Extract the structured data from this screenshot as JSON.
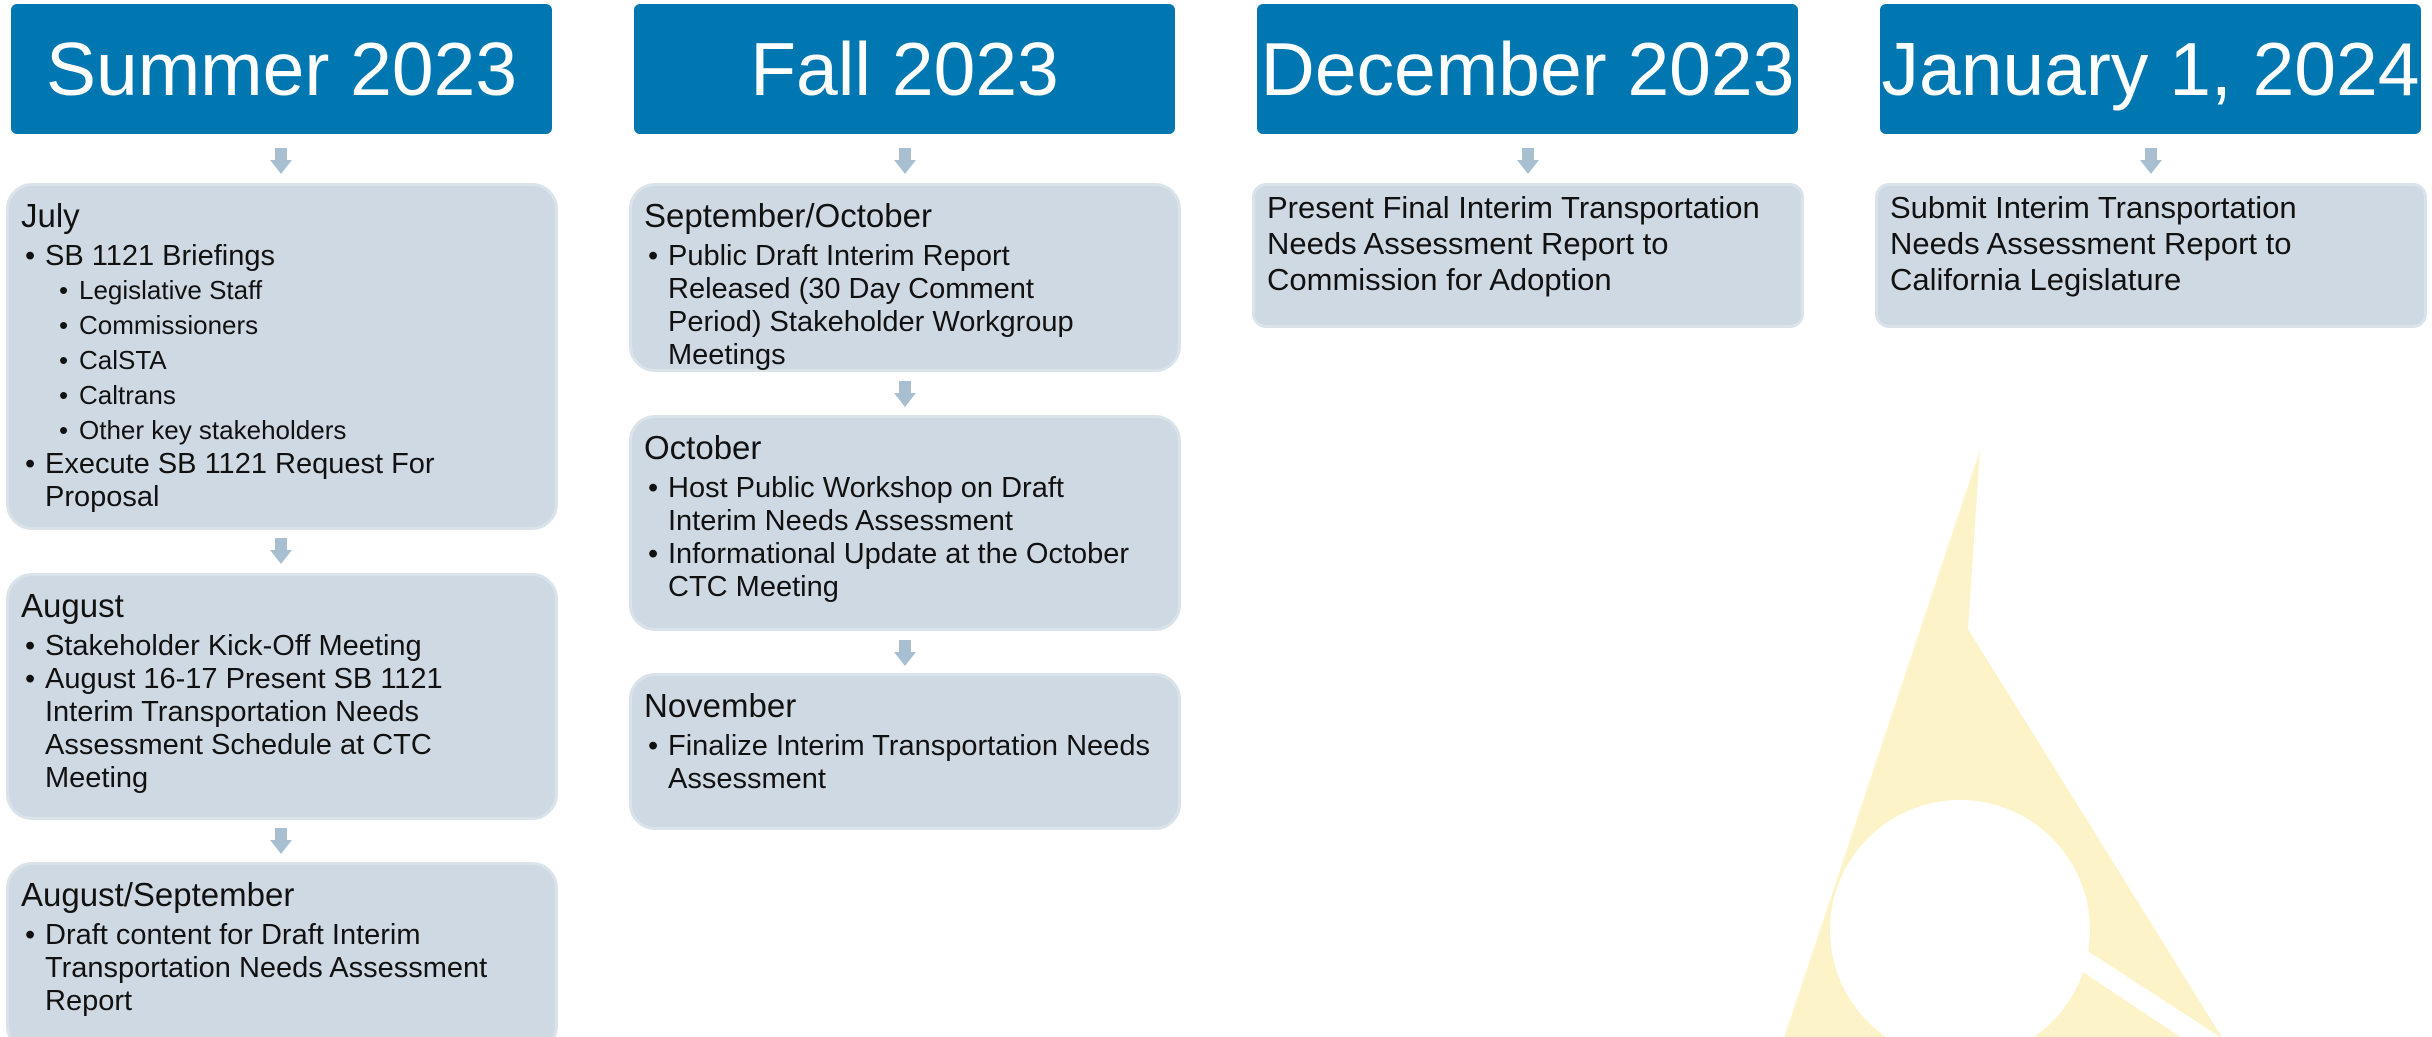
{
  "colors": {
    "header_bg": "#0077b0",
    "box_bg": "#cfd9e3",
    "arrow": "#a8bfd2",
    "logo": "#fdf3c8"
  },
  "icons": {
    "arrow": "down-arrow-icon",
    "logo": "commission-logo-watermark"
  },
  "columns": [
    {
      "header": "Summer 2023",
      "boxes": [
        {
          "title": "July",
          "items": [
            {
              "text": "SB 1121 Briefings",
              "sub": [
                "Legislative Staff",
                "Commissioners",
                "CalSTA",
                "Caltrans",
                "Other key stakeholders"
              ]
            },
            {
              "text": "Execute SB 1121 Request For Proposal",
              "sub": []
            }
          ]
        },
        {
          "title": "August",
          "items": [
            {
              "text": "Stakeholder Kick-Off Meeting",
              "sub": []
            },
            {
              "text": "August 16-17  Present SB 1121 Interim Transportation Needs Assessment Schedule at CTC Meeting",
              "sub": []
            }
          ]
        },
        {
          "title": "August/September",
          "items": [
            {
              "text": "Draft content for Draft Interim Transportation Needs Assessment Report",
              "sub": []
            }
          ]
        }
      ]
    },
    {
      "header": "Fall 2023",
      "boxes": [
        {
          "title": "September/October",
          "items": [
            {
              "text": "Public Draft Interim Report Released (30 Day Comment Period) Stakeholder Workgroup Meetings",
              "sub": []
            }
          ]
        },
        {
          "title": "October",
          "items": [
            {
              "text": "Host Public Workshop on Draft Interim Needs Assessment",
              "sub": []
            },
            {
              "text": "Informational Update at the October CTC Meeting",
              "sub": []
            }
          ]
        },
        {
          "title": "November",
          "items": [
            {
              "text": "Finalize Interim Transportation Needs Assessment",
              "sub": []
            }
          ]
        }
      ]
    },
    {
      "header": "December 2023",
      "boxes": [
        {
          "text": "Present Final Interim Transportation Needs Assessment Report to Commission for Adoption"
        }
      ]
    },
    {
      "header": "January 1, 2024",
      "boxes": [
        {
          "text": "Submit Interim Transportation Needs Assessment Report to California Legislature"
        }
      ]
    }
  ]
}
